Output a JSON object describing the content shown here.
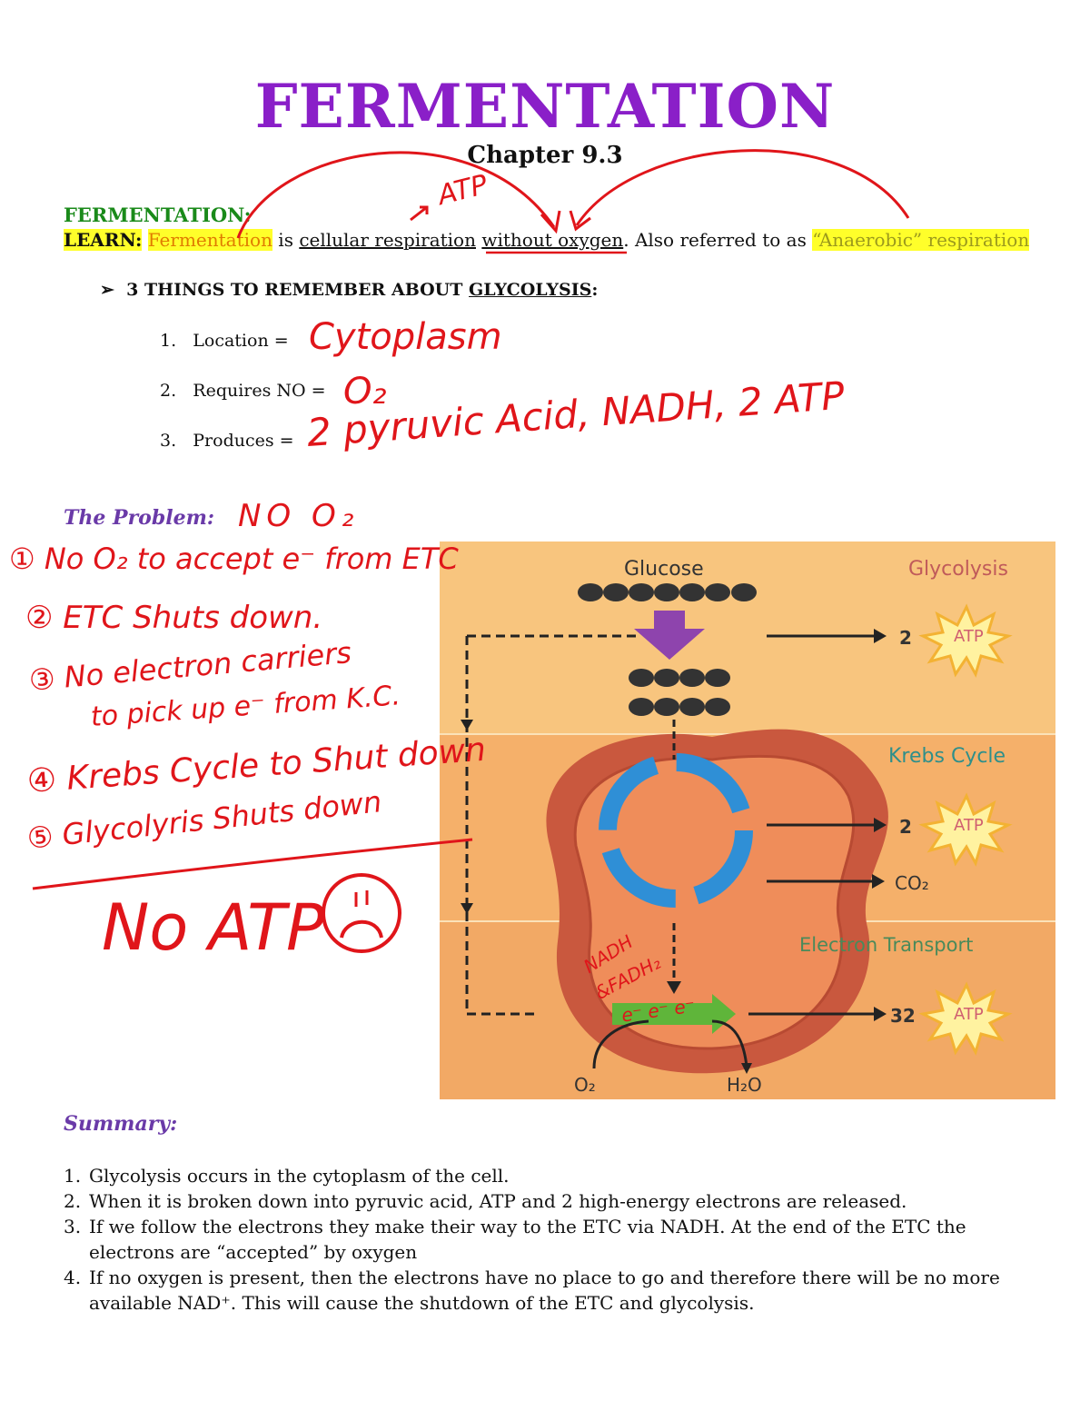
{
  "title": "FERMENTATION",
  "chapter": "Chapter 9.3",
  "section_label": "FERMENTATION:",
  "learn": {
    "label": "LEARN:",
    "term": "Fermentation",
    "text_1": " is ",
    "text_2": "cellular respiration",
    "text_3": " ",
    "text_4": "without oxygen",
    "text_5": ". Also referred to as ",
    "anaerobic": "“Anaerobic” respiration"
  },
  "things": {
    "arrow": "➢",
    "prefix": "3 THINGS TO REMEMBER ABOUT ",
    "keyword": "GLYCOLYSIS",
    "suffix": ":"
  },
  "glycolysis_items": [
    {
      "num": "1.",
      "label": "Location =",
      "answer": "Cytoplasm"
    },
    {
      "num": "2.",
      "label": "Requires NO =",
      "answer": "O₂"
    },
    {
      "num": "3.",
      "label": "Produces =",
      "answer": "2 pyruvic Acid, NADH, 2 ATP"
    }
  ],
  "problem": {
    "label": "The Problem:",
    "answer": "NO O₂"
  },
  "handwritten": {
    "atp_note": "ATP",
    "points": [
      "① No O₂ to accept e⁻ from ETC",
      "② ETC Shuts down.",
      "③ No electron carriers",
      "to pick up e⁻ from K.C.",
      "④ Krebs Cycle to Shut down",
      "⑤ Glycolyris Shuts down"
    ],
    "conclusion": "No ATP",
    "diagram_note_1": "NADH",
    "diagram_note_2": "&FADH₂",
    "diagram_note_3": "e⁻ e⁻ e⁻"
  },
  "diagram": {
    "glucose": "Glucose",
    "glycolysis": "Glycolysis",
    "krebs": "Krebs Cycle",
    "electron_transport": "Electron Transport",
    "atp_label": "ATP",
    "atp_glycolysis": "2",
    "atp_krebs": "2",
    "atp_et": "32",
    "co2": "CO₂",
    "o2": "O₂",
    "h2o": "H₂O",
    "colors": {
      "band_top": "#f8c57e",
      "band_mid": "#f5b06a",
      "band_bot": "#f2a965",
      "mito_outer": "#c9583e",
      "mito_inner": "#ef8d5a",
      "cycle": "#2f8fd6",
      "arrow": "#8e44ad"
    }
  },
  "summary": {
    "label": "Summary:",
    "items": [
      {
        "num": "1.",
        "text": "Glycolysis occurs in the cytoplasm of the cell."
      },
      {
        "num": "2.",
        "text": "When it is broken down into pyruvic acid, ATP and 2 high-energy electrons are released."
      },
      {
        "num": "3.",
        "text": "If we follow the electrons they make their way to the ETC via NADH.  At the end of the ETC the electrons are “accepted” by oxygen"
      },
      {
        "num": "4.",
        "text": "If no oxygen is present, then the electrons have no place to go and therefore there will be no more available NAD⁺.  This will cause the shutdown of the ETC and glycolysis."
      }
    ]
  }
}
